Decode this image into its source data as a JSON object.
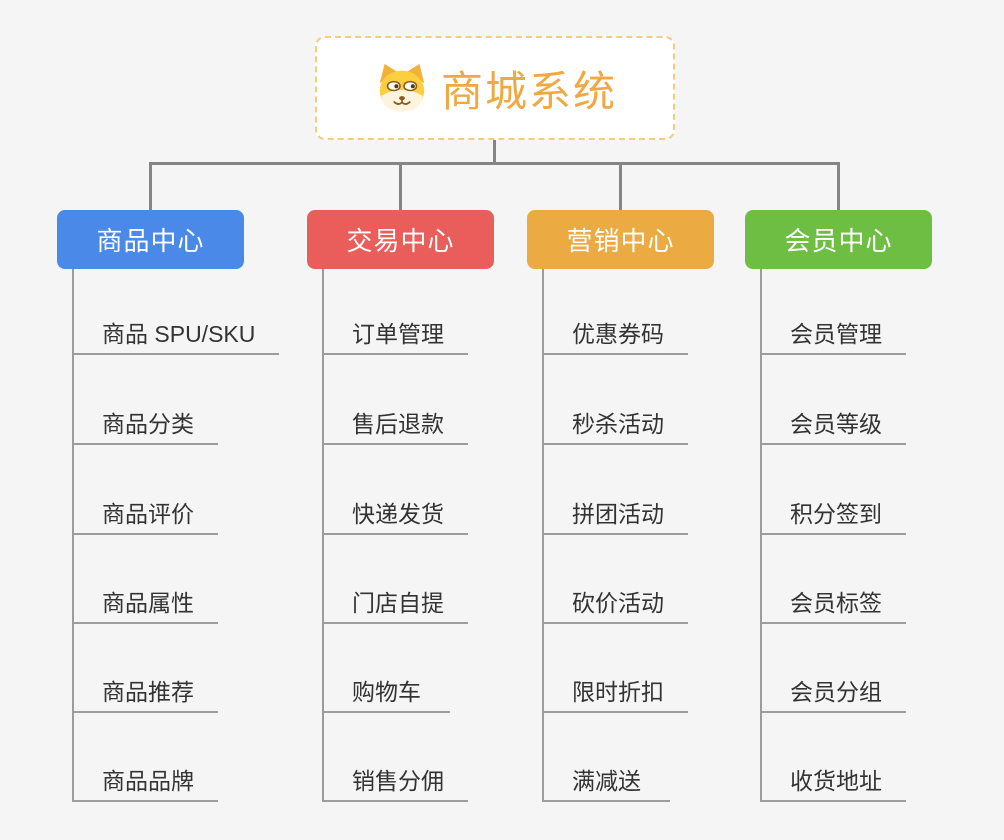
{
  "root": {
    "title": "商城系统",
    "icon": "dog-icon",
    "text_color": "#F0A843",
    "border_color": "#F6CB7E"
  },
  "branches": [
    {
      "label": "商品中心",
      "color": "#4A89E8",
      "children": [
        "商品 SPU/SKU",
        "商品分类",
        "商品评价",
        "商品属性",
        "商品推荐",
        "商品品牌"
      ]
    },
    {
      "label": "交易中心",
      "color": "#E95D5B",
      "children": [
        "订单管理",
        "售后退款",
        "快递发货",
        "门店自提",
        "购物车",
        "销售分佣"
      ]
    },
    {
      "label": "营销中心",
      "color": "#EBAA42",
      "children": [
        "优惠券码",
        "秒杀活动",
        "拼团活动",
        "砍价活动",
        "限时折扣",
        "满减送"
      ]
    },
    {
      "label": "会员中心",
      "color": "#6FBE44",
      "children": [
        "会员管理",
        "会员等级",
        "积分签到",
        "会员标签",
        "会员分组",
        "收货地址"
      ]
    }
  ],
  "colors": {
    "background": "#F5F5F5",
    "connector": "#858585",
    "leaf_line": "#9C9C9C",
    "leaf_text": "#333333"
  }
}
